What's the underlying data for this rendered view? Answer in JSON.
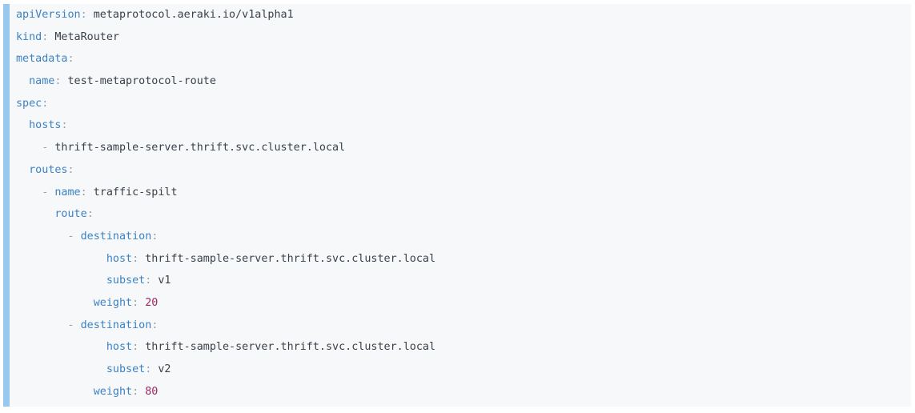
{
  "code_block": {
    "colors": {
      "background": "#f6f8fa",
      "accent_bar": "#96c8f0",
      "key": "#3c82c3",
      "value": "#3a4149",
      "number": "#9c2963",
      "punctuation": "#93a1ad"
    },
    "lines": [
      [
        [
          "key",
          "apiVersion"
        ],
        [
          "punc",
          ":"
        ],
        [
          "val",
          " metaprotocol.aeraki.io/v1alpha1"
        ]
      ],
      [
        [
          "key",
          "kind"
        ],
        [
          "punc",
          ":"
        ],
        [
          "val",
          " MetaRouter"
        ]
      ],
      [
        [
          "key",
          "metadata"
        ],
        [
          "punc",
          ":"
        ]
      ],
      [
        [
          "val",
          "  "
        ],
        [
          "key",
          "name"
        ],
        [
          "punc",
          ":"
        ],
        [
          "val",
          " test-metaprotocol-route"
        ]
      ],
      [
        [
          "key",
          "spec"
        ],
        [
          "punc",
          ":"
        ]
      ],
      [
        [
          "val",
          "  "
        ],
        [
          "key",
          "hosts"
        ],
        [
          "punc",
          ":"
        ]
      ],
      [
        [
          "val",
          "    "
        ],
        [
          "punc",
          "- "
        ],
        [
          "val",
          "thrift-sample-server.thrift.svc.cluster.local"
        ]
      ],
      [
        [
          "val",
          "  "
        ],
        [
          "key",
          "routes"
        ],
        [
          "punc",
          ":"
        ]
      ],
      [
        [
          "val",
          "    "
        ],
        [
          "punc",
          "- "
        ],
        [
          "key",
          "name"
        ],
        [
          "punc",
          ":"
        ],
        [
          "val",
          " traffic-spilt"
        ]
      ],
      [
        [
          "val",
          "      "
        ],
        [
          "key",
          "route"
        ],
        [
          "punc",
          ":"
        ]
      ],
      [
        [
          "val",
          "        "
        ],
        [
          "punc",
          "- "
        ],
        [
          "key",
          "destination"
        ],
        [
          "punc",
          ":"
        ]
      ],
      [
        [
          "val",
          "              "
        ],
        [
          "key",
          "host"
        ],
        [
          "punc",
          ":"
        ],
        [
          "val",
          " thrift-sample-server.thrift.svc.cluster.local"
        ]
      ],
      [
        [
          "val",
          "              "
        ],
        [
          "key",
          "subset"
        ],
        [
          "punc",
          ":"
        ],
        [
          "val",
          " v1"
        ]
      ],
      [
        [
          "val",
          "            "
        ],
        [
          "key",
          "weight"
        ],
        [
          "punc",
          ":"
        ],
        [
          "val",
          " "
        ],
        [
          "num",
          "20"
        ]
      ],
      [
        [
          "val",
          "        "
        ],
        [
          "punc",
          "- "
        ],
        [
          "key",
          "destination"
        ],
        [
          "punc",
          ":"
        ]
      ],
      [
        [
          "val",
          "              "
        ],
        [
          "key",
          "host"
        ],
        [
          "punc",
          ":"
        ],
        [
          "val",
          " thrift-sample-server.thrift.svc.cluster.local"
        ]
      ],
      [
        [
          "val",
          "              "
        ],
        [
          "key",
          "subset"
        ],
        [
          "punc",
          ":"
        ],
        [
          "val",
          " v2"
        ]
      ],
      [
        [
          "val",
          "            "
        ],
        [
          "key",
          "weight"
        ],
        [
          "punc",
          ":"
        ],
        [
          "val",
          " "
        ],
        [
          "num",
          "80"
        ]
      ]
    ]
  }
}
